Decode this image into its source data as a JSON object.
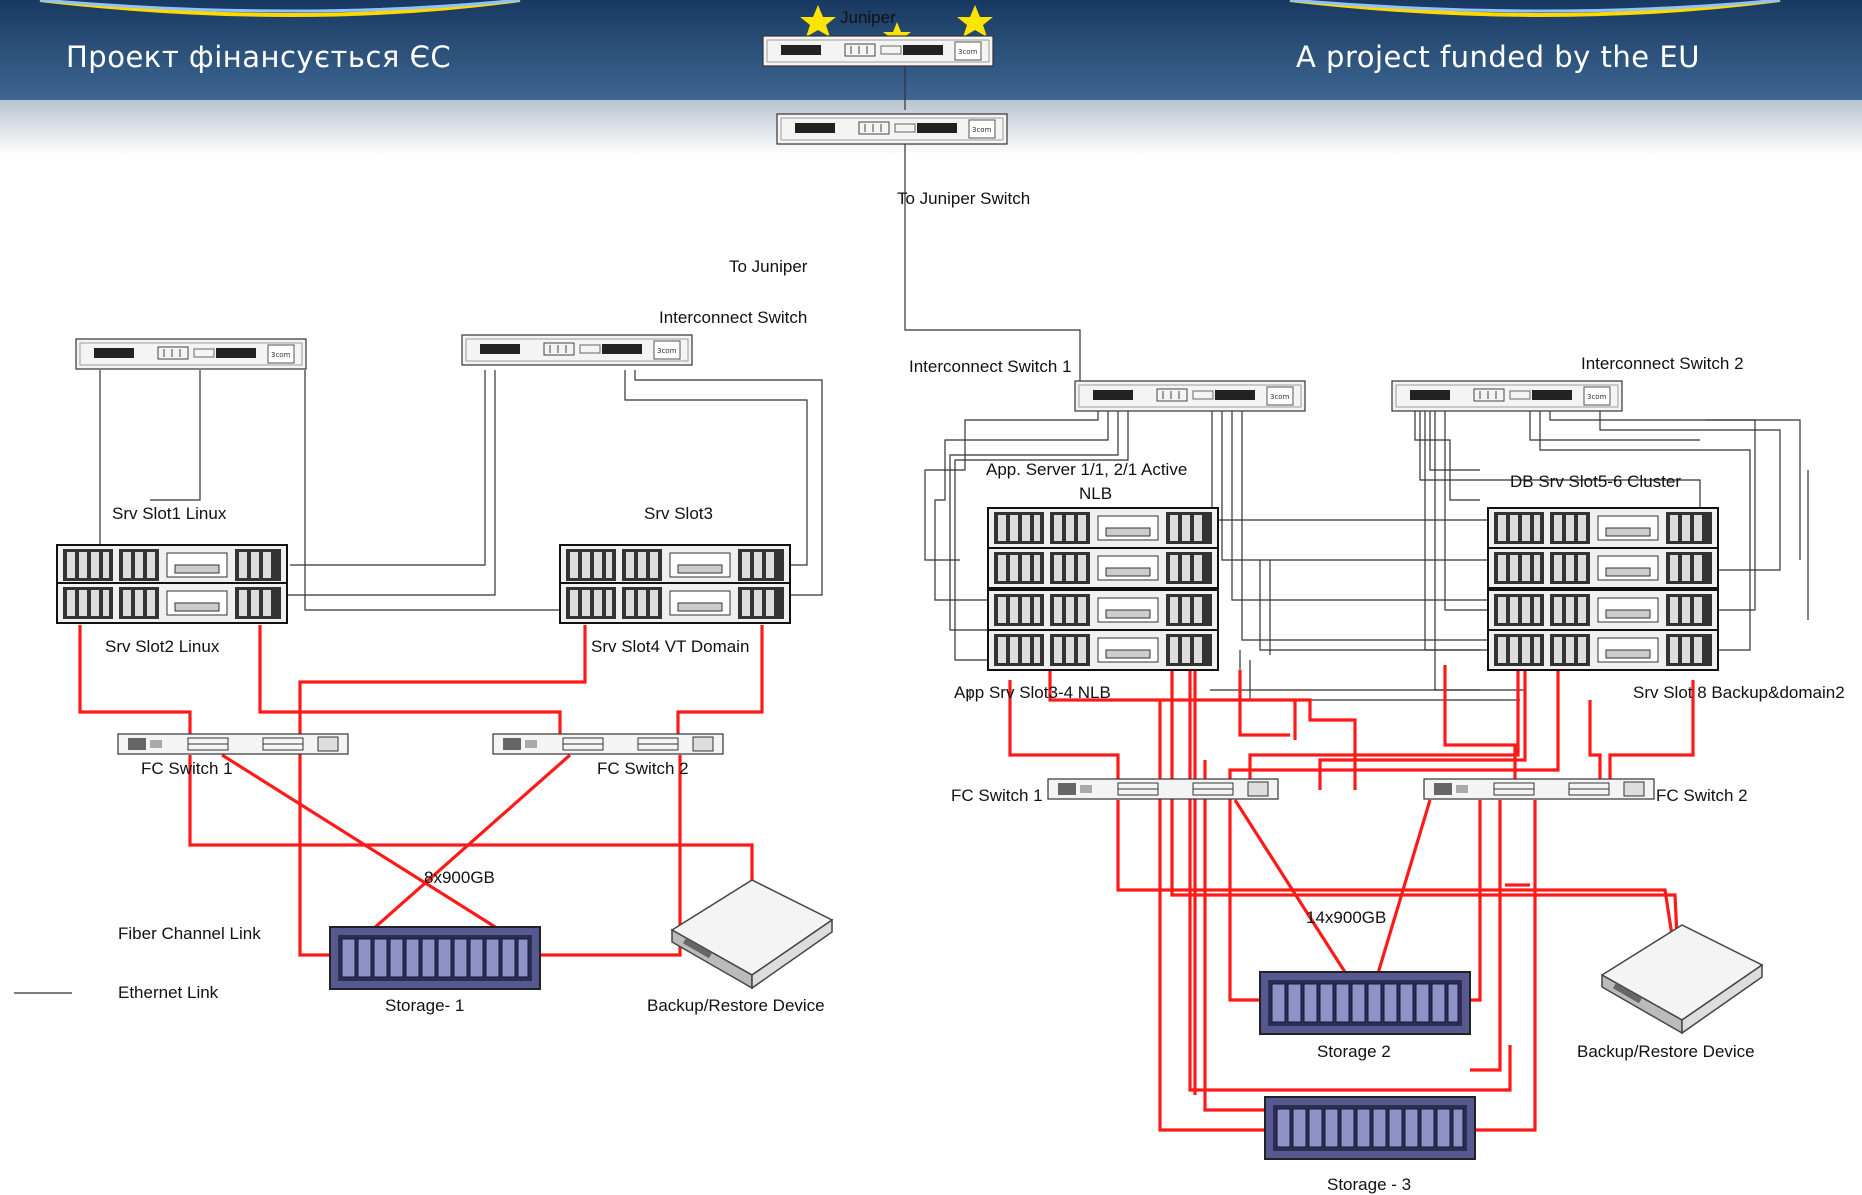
{
  "header": {
    "left_text": "Проект фінансується ЄС",
    "right_text": "A project funded by the EU"
  },
  "labels": {
    "juniper": "Juniper",
    "to_juniper_switch": "To Juniper Switch",
    "to_juniper": "To Juniper",
    "interconnect_switch": "Interconnect Switch",
    "interconnect_switch_1": "Interconnect Switch 1",
    "interconnect_switch_2": "Interconnect Switch 2",
    "srv_slot1": "Srv Slot1 Linux",
    "srv_slot3": "Srv Slot3",
    "srv_slot2": "Srv Slot2 Linux",
    "srv_slot4": "Srv Slot4 VT Domain",
    "app_server_active_1": "App. Server 1/1, 2/1 Active",
    "app_server_active_2": "NLB",
    "db_cluster": "DB Srv Slot5-6 Cluster",
    "app_slot34": "App Srv Slot3-4 NLB",
    "srv_slot8": "Srv Slot 8 Backup&domain2",
    "fc_switch_1_left": "FC Switch 1",
    "fc_switch_2_left": "FC Switch 2",
    "fc_switch_1_right": "FC Switch 1",
    "fc_switch_2_right": "FC Switch 2",
    "capacity_left": "8x900GB",
    "capacity_right": "14x900GB",
    "storage_1": "Storage- 1",
    "storage_2": "Storage 2",
    "storage_3": "Storage - 3",
    "backup_left": "Backup/Restore Device",
    "backup_right": "Backup/Restore Device",
    "legend_fiber": "Fiber Channel Link",
    "legend_ethernet": "Ethernet Link"
  },
  "colors": {
    "banner_top": "#1c3b63",
    "banner_bottom": "#335a86",
    "star": "#ffe400",
    "fiber_link": "#ff1a1a",
    "ethernet_link": "#333333",
    "storage_body": "#5a5d93"
  }
}
